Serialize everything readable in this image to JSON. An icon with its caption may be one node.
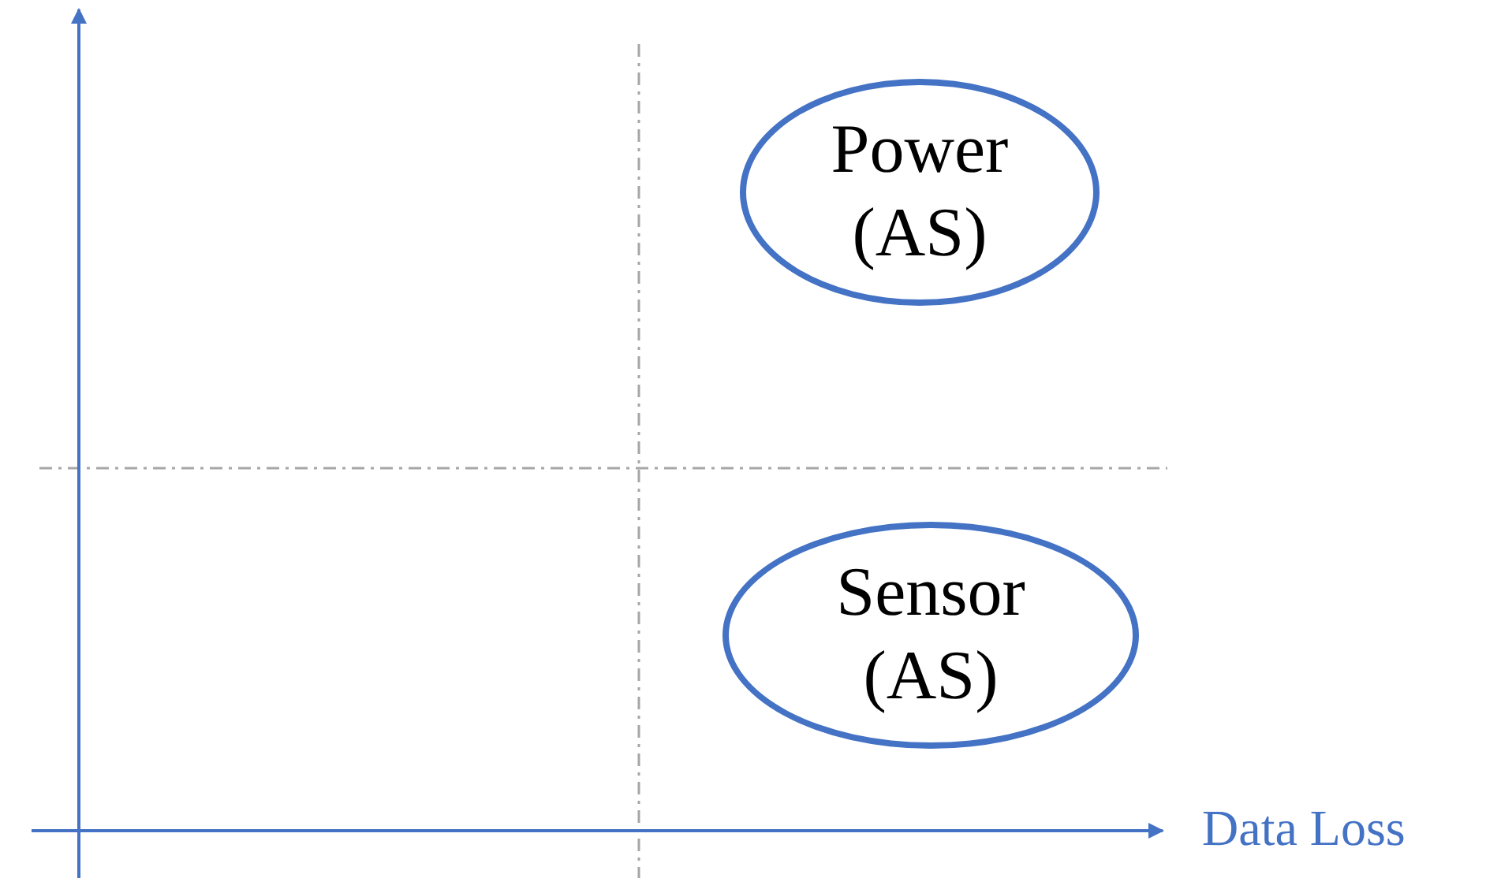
{
  "diagram": {
    "nodes": [
      {
        "text": [
          "Power (AS)"
        ]
      },
      {
        "text": [
          "Sensor (AS)"
        ]
      }
    ],
    "labels": [
      "Data Loss"
    ]
  }
}
